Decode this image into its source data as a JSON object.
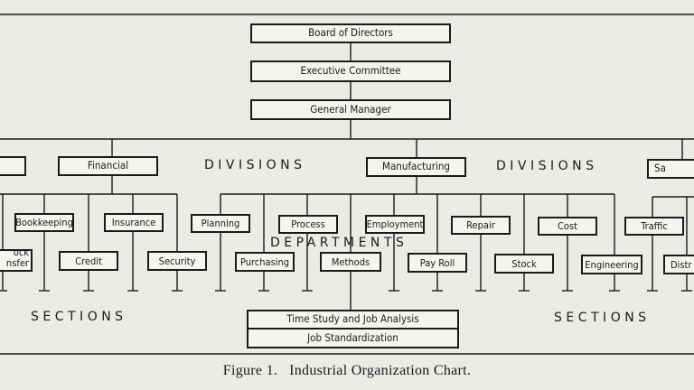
{
  "top": {
    "board": "Board of Directors",
    "executive": "Executive Committee",
    "general_manager": "General Manager"
  },
  "divisions": {
    "left_edge": "",
    "financial": "Financial",
    "manufacturing": "Manufacturing",
    "right_edge": "Sa"
  },
  "departments": {
    "bookkeeping": "Bookkeeping",
    "insurance": "Insurance",
    "stock_transfer_line1": "ock",
    "stock_transfer_line2": "nsfer",
    "credit": "Credit",
    "security": "Security",
    "planning": "Planning",
    "process": "Process",
    "employment": "Employment",
    "repair": "Repair",
    "cost": "Cost",
    "traffic": "Traffic",
    "purchasing": "Purchasing",
    "methods": "Methods",
    "pay_roll": "Pay Roll",
    "stock": "Stock",
    "engineering": "Engineering",
    "distr": "Distr"
  },
  "sections": {
    "time_study": "Time Study and Job Analysis",
    "job_standardization": "Job Standardization"
  },
  "labels": {
    "divisions_left": "DIVISIONS",
    "divisions_right": "DIVISIONS",
    "departments": "DEPARTMENTS",
    "sections_left": "SECTIONS",
    "sections_right": "SECTIONS"
  },
  "caption": "Figure 1.   Industrial Organization Chart."
}
